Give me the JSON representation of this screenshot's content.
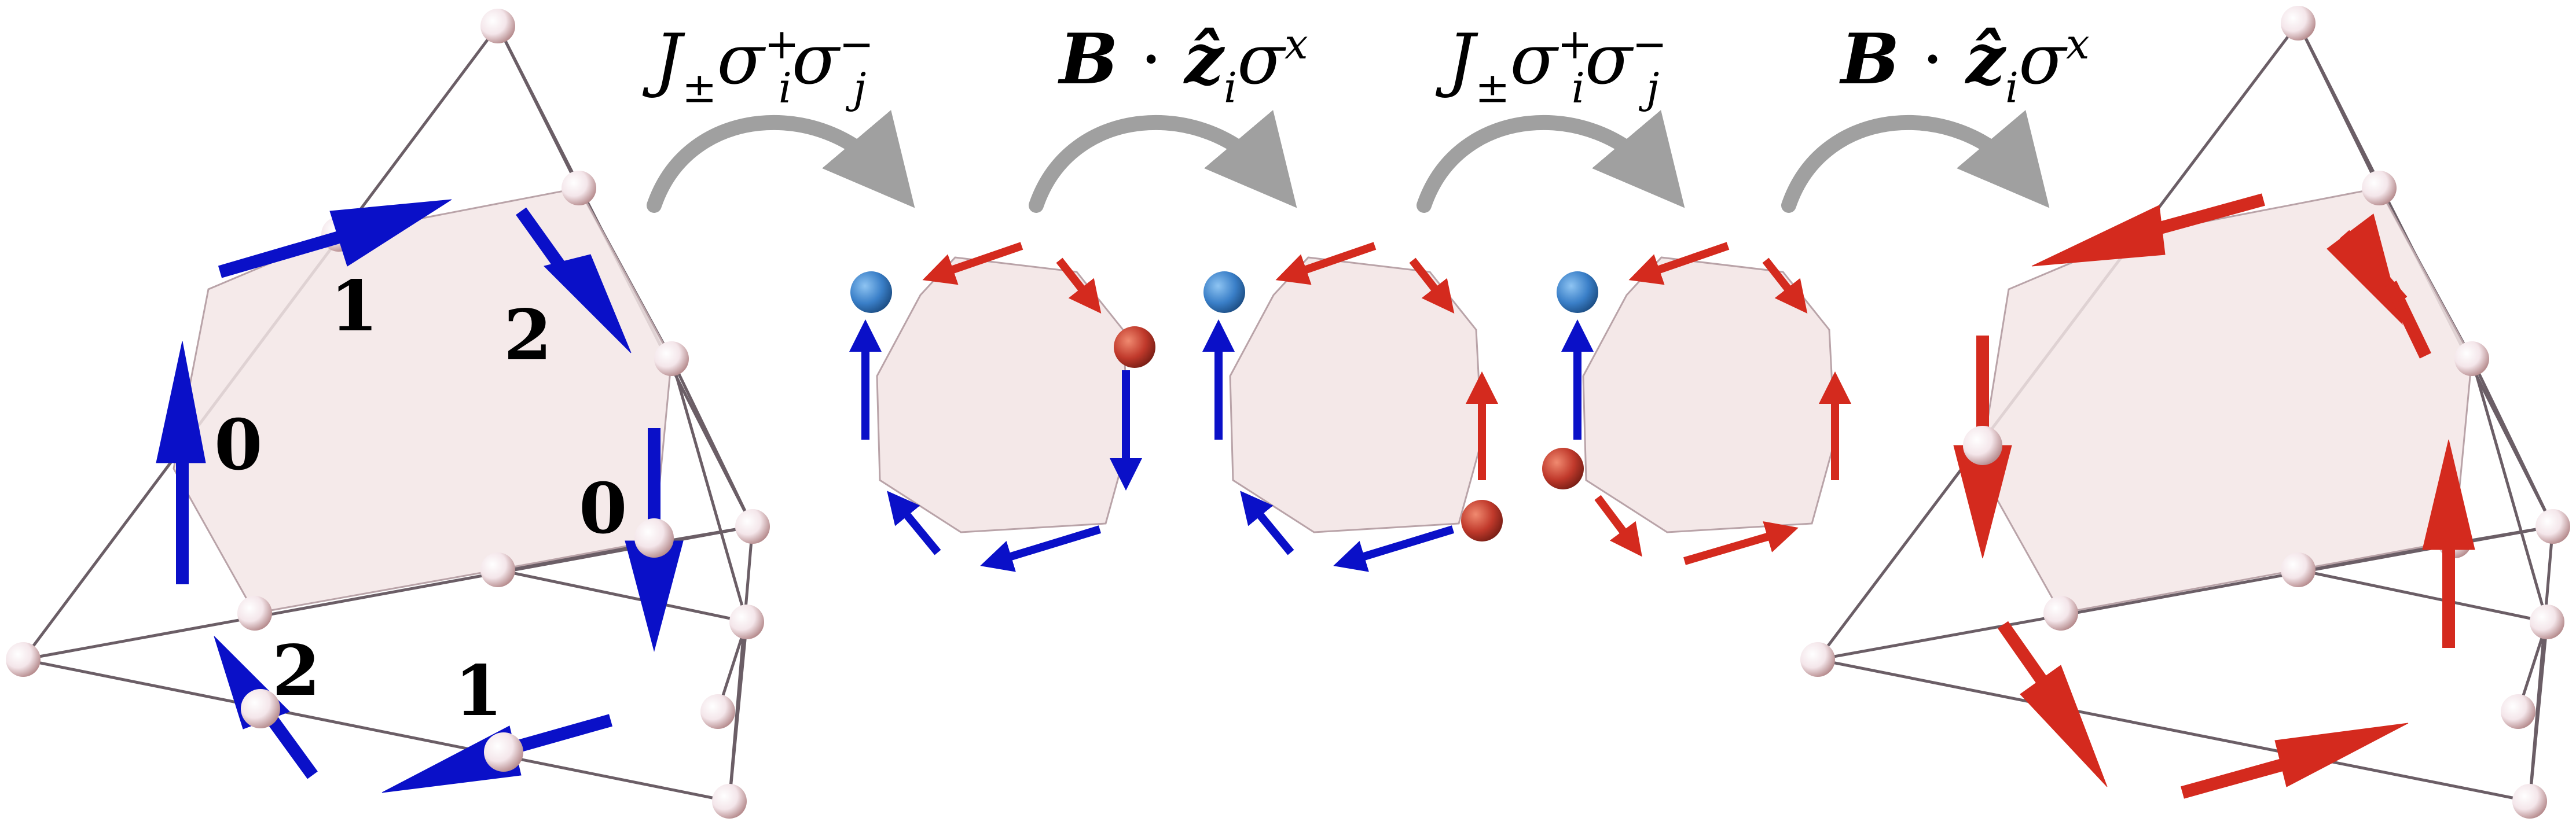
{
  "operators": {
    "hop_label_1": {
      "coef": "J",
      "coef_sub": "±",
      "op1": "σ",
      "op1_sup": "+",
      "op1_sub": "i",
      "op2": "σ",
      "op2_sup": "−",
      "op2_sub": "j"
    },
    "field_label_1": {
      "vec": "B",
      "dot": " · ",
      "unit": "ẑ",
      "unit_sub": "i",
      "op": "σ",
      "op_sup": "x"
    },
    "hop_label_2": {
      "coef": "J",
      "coef_sub": "±",
      "op1": "σ",
      "op1_sup": "+",
      "op1_sub": "i",
      "op2": "σ",
      "op2_sup": "−",
      "op2_sub": "j"
    },
    "field_label_2": {
      "vec": "B",
      "dot": " · ",
      "unit": "ẑ",
      "unit_sub": "i",
      "op": "σ",
      "op_sup": "x"
    }
  },
  "sublattice_labels": [
    "1",
    "2",
    "0",
    "0",
    "2",
    "1"
  ],
  "colors": {
    "spin_blue": "#0a10c8",
    "spin_red": "#d42a1e",
    "site_blue": "#3a7fc8",
    "site_red": "#c0392b",
    "hexagon_fill": "#f3e6e6",
    "process_arrow": "#a0a0a0",
    "lattice_edge": "#6b5e66"
  },
  "hexagon_states": [
    {
      "name": "state-1",
      "blue_site": "top-left",
      "red_site": "right"
    },
    {
      "name": "state-2",
      "blue_site": "top-left",
      "red_site": "bottom-right"
    },
    {
      "name": "state-3",
      "blue_site": "top-left",
      "red_site": "bottom-left"
    }
  ]
}
